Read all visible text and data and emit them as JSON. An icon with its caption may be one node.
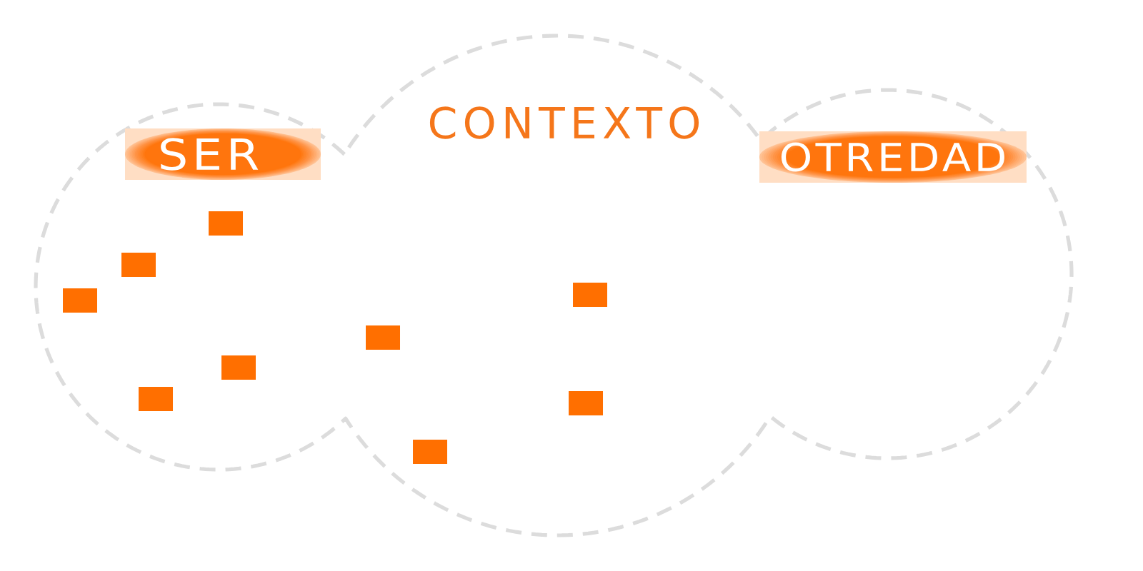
{
  "diagram": {
    "nodes": [
      {
        "text": [
          "CONTEXTO"
        ]
      },
      {
        "text": [
          "SER"
        ],
        "in": 0
      },
      {
        "text": [
          "OTREDAD"
        ],
        "in": 0
      },
      {
        "text": [],
        "shape": "box",
        "in": 0
      },
      {
        "text": [],
        "shape": "box",
        "in": 0
      },
      {
        "text": [],
        "shape": "box",
        "in": 0
      },
      {
        "text": [],
        "shape": "box",
        "in": 0
      },
      {
        "text": [],
        "shape": "box",
        "in": 0
      },
      {
        "text": [],
        "shape": "box",
        "in": 0
      },
      {
        "text": [],
        "shape": "box",
        "in": 0
      },
      {
        "text": [],
        "shape": "box",
        "in": 0
      },
      {
        "text": [],
        "shape": "box",
        "in": 0
      }
    ]
  }
}
